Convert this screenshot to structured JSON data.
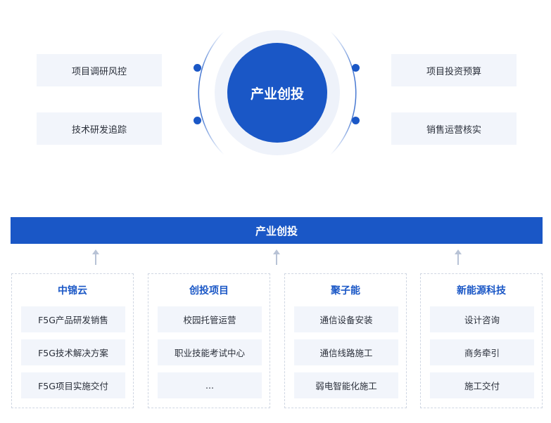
{
  "hub": {
    "center_label": "产业创投",
    "left_items": [
      {
        "label": "项目调研风控"
      },
      {
        "label": "技术研发追踪"
      }
    ],
    "right_items": [
      {
        "label": "项目投资预算"
      },
      {
        "label": "销售运营核实"
      }
    ],
    "accent_color": "#1a57c6"
  },
  "banner": {
    "label": "产业创投"
  },
  "panels": [
    {
      "title": "中锦云",
      "items": [
        "F5G产品研发销售",
        "F5G技术解决方案",
        "F5G项目实施交付"
      ]
    },
    {
      "title": "创投项目",
      "items": [
        "校园托管运营",
        "职业技能考试中心",
        "..."
      ]
    },
    {
      "title": "聚子能",
      "items": [
        "通信设备安装",
        "通信线路施工",
        "弱电智能化施工"
      ]
    },
    {
      "title": "新能源科技",
      "items": [
        "设计咨询",
        "商务牵引",
        "施工交付"
      ]
    }
  ]
}
